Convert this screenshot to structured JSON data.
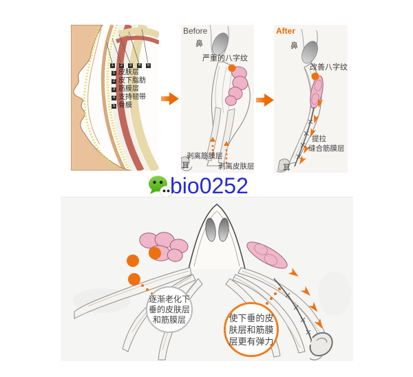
{
  "colors": {
    "accent_orange": "#ee7110",
    "callout_border_orange": "#ee7d1c",
    "callout_border_gray": "#b9b9b9",
    "wechat_text_blue": "#2429d2",
    "wechat_green": "#58b517",
    "panel_bg": "#f6f5f2",
    "bottom_bg": "#f5f5f4",
    "fat_pink": "#efb3c8"
  },
  "anatomy_panel": {
    "markers": [
      "1",
      "2",
      "3",
      "4",
      "5"
    ],
    "legend": [
      {
        "num": "1",
        "label": "皮肤层"
      },
      {
        "num": "2",
        "label": "皮下脂肪"
      },
      {
        "num": "3",
        "label": "筋膜层"
      },
      {
        "num": "4",
        "label": "支持韧带"
      },
      {
        "num": "5",
        "label": "骨膜"
      }
    ]
  },
  "before_panel": {
    "title": "Before",
    "nose_label": "鼻",
    "fold_label": "严重的八字纹",
    "detach_fascia_label": "剥离筋膜层",
    "detach_skin_label": "剥离皮肤层",
    "ear_label": "耳"
  },
  "after_panel": {
    "title": "After",
    "nose_label": "鼻",
    "fold_label": "改善八字纹",
    "lift_label": "提拉",
    "suture_label": "缝合筋膜层",
    "ear_label": "耳"
  },
  "wechat": {
    "account_id": "bio0252"
  },
  "bottom_panel": {
    "left_callout": {
      "lines": [
        "逐渐老化下",
        "垂的皮肤层",
        "和筋膜层"
      ]
    },
    "right_callout": {
      "lines": [
        "使下垂的皮",
        "肤层和筋膜",
        "层更有弹力"
      ]
    }
  }
}
